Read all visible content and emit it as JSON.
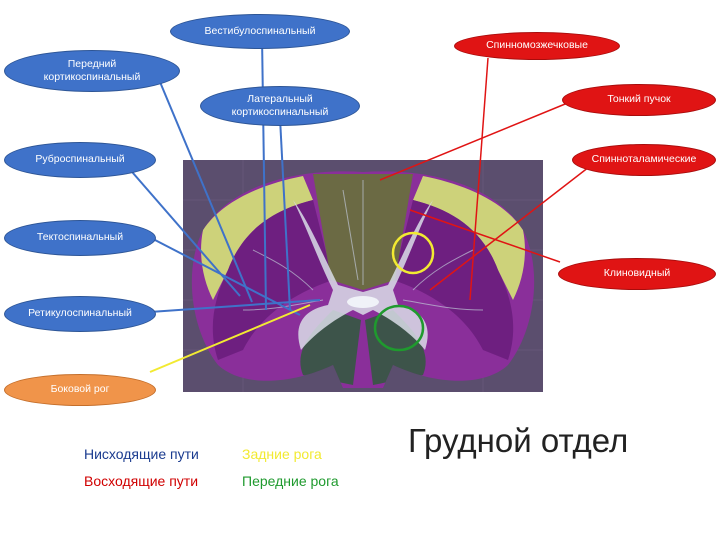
{
  "labels": {
    "vestibulospinal": "Вестибулоспинальный",
    "anterior_corticospinal": "Передний\nкортикоспинальный",
    "lateral_corticospinal": "Латеральный\nкортикоспинальный",
    "rubrospinal": "Руброспинальный",
    "tectospinal": "Тектоспинальный",
    "reticulospinal": "Ретикулоспинальный",
    "lateral_horn": "Боковой рог",
    "spinocerebellar": "Спинномозжечковые",
    "gracile": "Тонкий пучок",
    "spinothalamic": "Спинноталамические",
    "cuneate": "Клиновидный"
  },
  "legend": {
    "descending": "Нисходящие пути",
    "ascending": "Восходящие пути",
    "posterior_horns": "Задние рога",
    "anterior_horns": "Передние рога"
  },
  "title": "Грудной отдел",
  "colors": {
    "descending_label": "#3f72c9",
    "ascending_label": "#e01414",
    "lateral_horn_label": "#f0944a",
    "descending_text": "#1a3b8f",
    "ascending_text": "#d00000",
    "posterior_horns": "#f2ea32",
    "anterior_horns": "#1f9a2e",
    "background_photo": "#5b4e6e"
  }
}
